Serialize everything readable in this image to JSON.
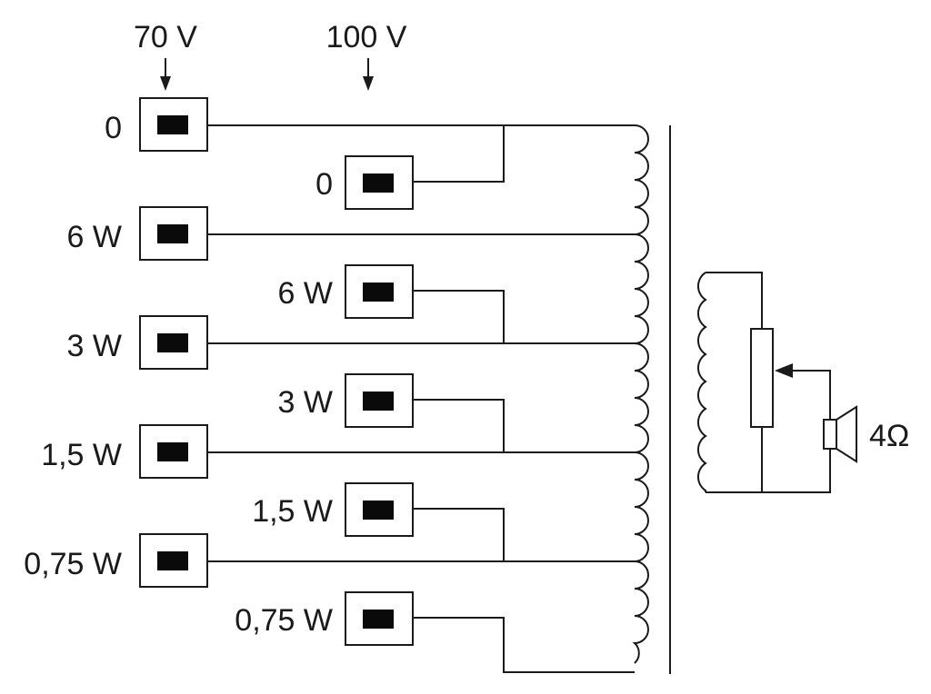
{
  "headers": {
    "v70": "70 V",
    "v100": "100 V"
  },
  "taps_70v": [
    "0",
    "6 W",
    "3 W",
    "1,5 W",
    "0,75 W"
  ],
  "taps_100v": [
    "0",
    "6 W",
    "3 W",
    "1,5 W",
    "0,75 W"
  ],
  "speaker": {
    "impedance": "4Ω"
  },
  "colors": {
    "line": "#1a1a1a",
    "pin": "#0a0a0a",
    "background": "#ffffff"
  }
}
